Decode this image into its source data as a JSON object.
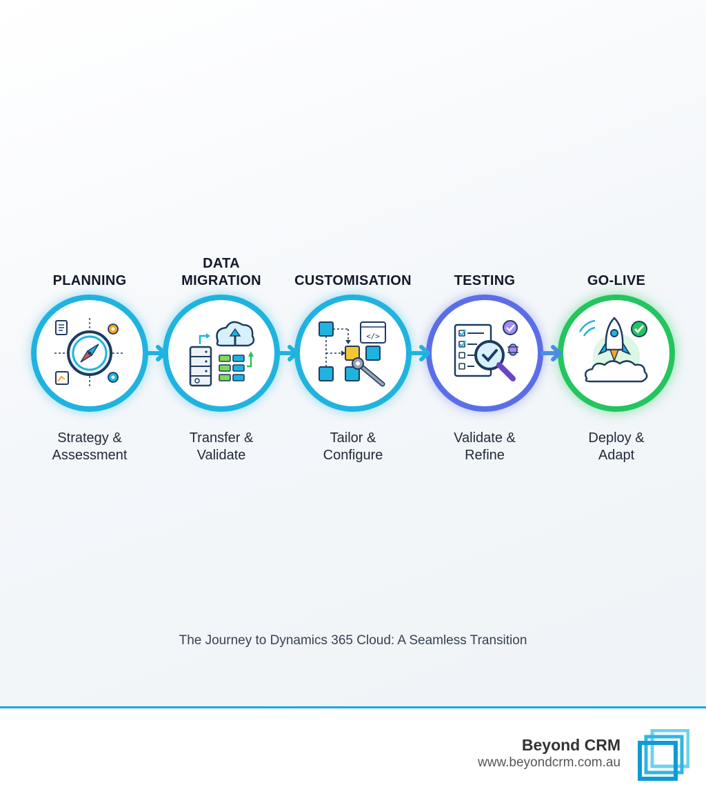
{
  "steps": [
    {
      "title": "PLANNING",
      "subtitle_line1": "Strategy &",
      "subtitle_line2": "Assessment",
      "icon": "compass-icon",
      "ring_color": "#1fb3e0"
    },
    {
      "title": "DATA MIGRATION",
      "title_line1": "DATA",
      "title_line2": "MIGRATION",
      "subtitle_line1": "Transfer &",
      "subtitle_line2": "Validate",
      "icon": "cloud-server-icon",
      "ring_color": "#1fb3e0"
    },
    {
      "title": "CUSTOMISATION",
      "subtitle_line1": "Tailor &",
      "subtitle_line2": "Configure",
      "icon": "workflow-wrench-icon",
      "ring_color": "#1fb3e0"
    },
    {
      "title": "TESTING",
      "subtitle_line1": "Validate &",
      "subtitle_line2": "Refine",
      "icon": "checklist-magnifier-icon",
      "ring_color": "#5b6ee8"
    },
    {
      "title": "GO-LIVE",
      "subtitle_line1": "Deploy &",
      "subtitle_line2": "Adapt",
      "icon": "rocket-icon",
      "ring_color": "#22c55e"
    }
  ],
  "caption": "The Journey to Dynamics 365 Cloud: A Seamless Transition",
  "footer": {
    "brand_name": "Beyond CRM",
    "brand_url": "www.beyondcrm.com.au"
  },
  "colors": {
    "accent": "#1fb3e0",
    "testing": "#5b6ee8",
    "golive": "#22c55e",
    "footer_rule": "#17a9d6"
  }
}
